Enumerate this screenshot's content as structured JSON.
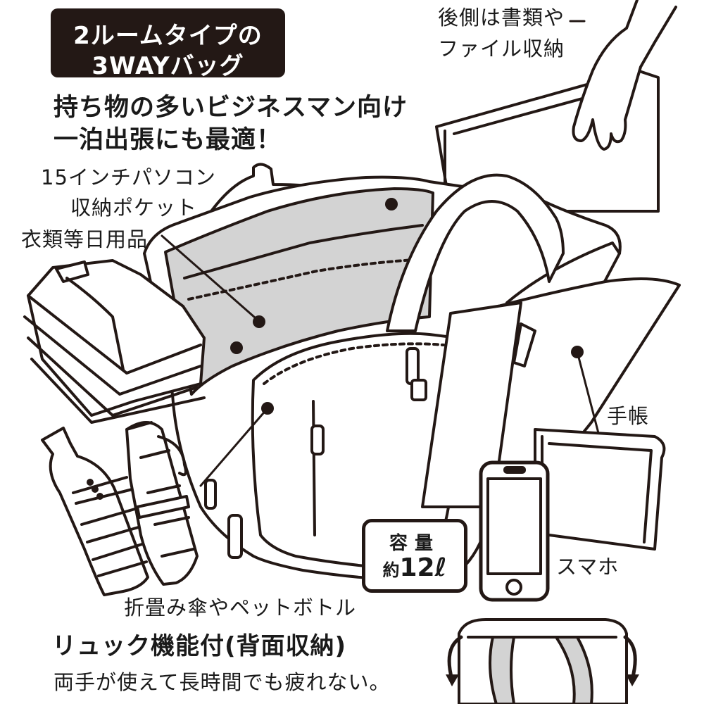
{
  "title": {
    "line1": "2ルームタイプの",
    "line2": "3WAYバッグ"
  },
  "subtitle": {
    "line1": "持ち物の多いビジネスマン向け",
    "line2": "一泊出張にも最適！"
  },
  "labels": {
    "back_docs_1": "後側は書類や",
    "back_docs_2": "ファイル収納",
    "pc_pocket_1": "15インチパソコン",
    "pc_pocket_2": "収納ポケット",
    "clothes": "衣類等日用品",
    "notebook": "手帳",
    "smartphone": "スマホ",
    "umbrella_bottle": "折畳み傘やペットボトル"
  },
  "capacity": {
    "label": "容量",
    "prefix": "約",
    "value": "12",
    "unit": "ℓ"
  },
  "backpack": {
    "title": "リュック機能付(背面収納)",
    "desc": "両手が使えて長時間でも疲れない。"
  }
}
